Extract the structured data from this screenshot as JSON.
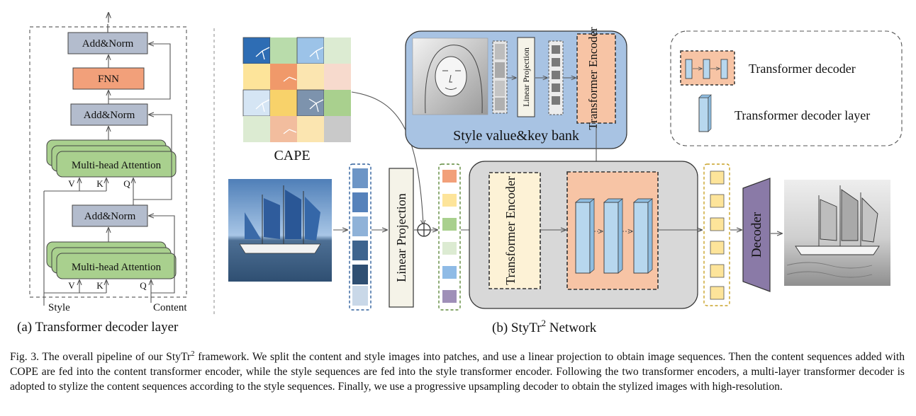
{
  "left_panel": {
    "add_norm_top": "Add&Norm",
    "fnn": "FNN",
    "add_norm_mid": "Add&Norm",
    "mha_top": "Multi-head Attention",
    "v_top": "V",
    "k_top": "K",
    "q_top": "Q",
    "add_norm_low": "Add&Norm",
    "mha_low": "Multi-head Attention",
    "v_low": "V",
    "k_low": "K",
    "q_low": "Q",
    "style_label": "Style",
    "content_label": "Content",
    "caption": "(a) Transformer decoder layer"
  },
  "right_panel": {
    "cape_label": "CAPE",
    "style_bank_label": "Style value&key bank",
    "linear_projection_small": "Linear Projection",
    "transformer_encoder_small": "Transformer Encoder",
    "linear_projection_main": "Linear Projection",
    "transformer_encoder_main": "Transformer Encoder",
    "decoder": "Decoder",
    "network_caption": "(b) StyTr",
    "network_caption_sup": "2",
    "network_caption_end": " Network",
    "legend_decoder": "Transformer decoder",
    "legend_layer": "Transformer decoder layer"
  },
  "colors": {
    "add_norm": "#b3bccd",
    "fnn": "#f2a07a",
    "mha": "#a9d08e",
    "style_bank": "#a8c3e3",
    "network_bg": "#d8d8d8",
    "decoder_region": "#f7c4a5",
    "layer_blue": "#b7d7ee",
    "decoder_purple": "#8a7aa7",
    "token_yellow": "#fde49a"
  },
  "caption": {
    "fig": "Fig. 3.",
    "part1": "  The overall pipeline of our StyTr",
    "sup": "2",
    "part2": " framework. We split the content and style images into patches, and use a linear projection to obtain image sequences. Then the content sequences added with COPE are fed into the content transformer encoder, while the style sequences are fed into the style transformer encoder. Following the two transformer encoders, a multi-layer transformer decoder is adopted to stylize the content sequences according to the style sequences. Finally, we use a progressive upsampling decoder to obtain the stylized images with high-resolution."
  }
}
